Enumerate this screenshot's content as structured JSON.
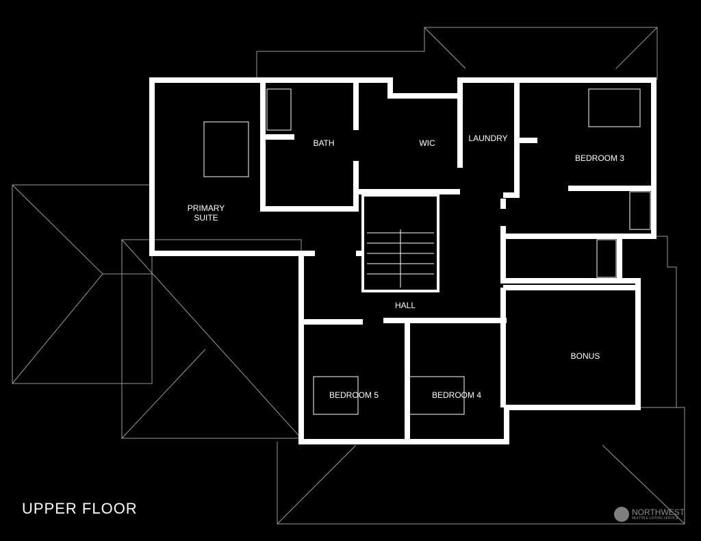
{
  "plan_title": "UPPER FLOOR",
  "rooms": {
    "primary_suite": "PRIMARY\nSUITE",
    "bath": "BATH",
    "wic": "WIC",
    "laundry": "LAUNDRY",
    "bedroom_3": "BEDROOM 3",
    "hall": "HALL",
    "bonus": "BONUS",
    "bedroom_5": "BEDROOM 5",
    "bedroom_4": "BEDROOM 4"
  },
  "watermark": {
    "name": "NORTHWEST",
    "tagline": "MULTIPLE LISTING SERVICE"
  },
  "colors": {
    "background": "#000000",
    "walls": "#ffffff",
    "roof_lines": "#9a9a9a"
  }
}
